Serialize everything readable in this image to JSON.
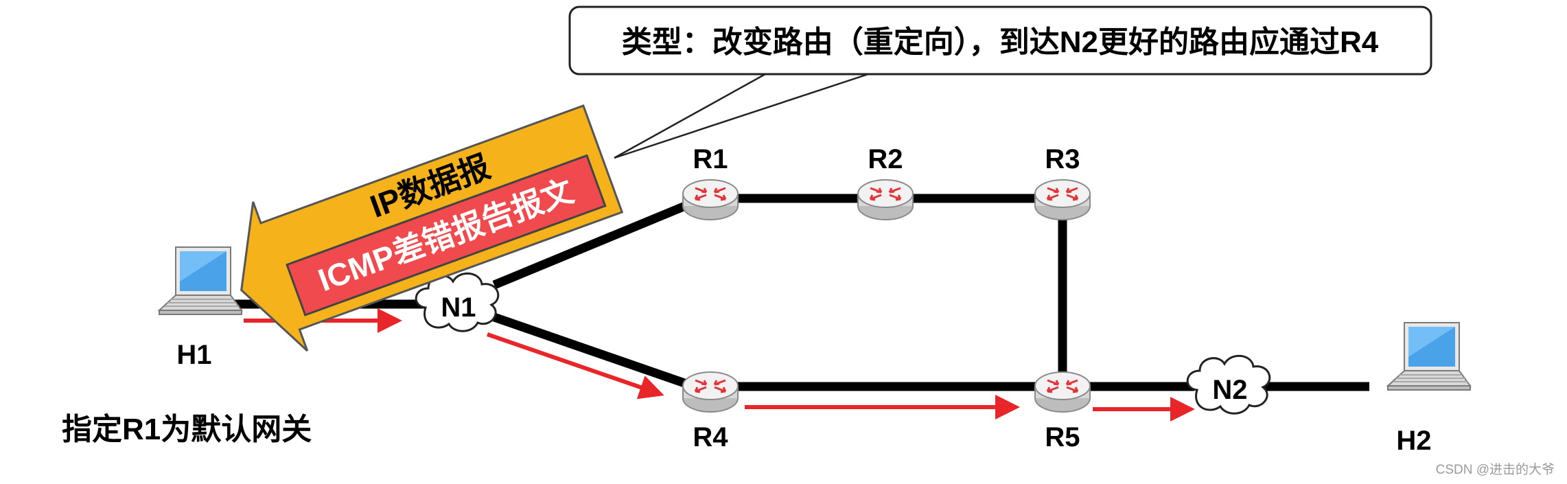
{
  "callout": {
    "text": "类型：改变路由（重定向），到达N2更好的路由应通过R4"
  },
  "datagram": {
    "outer_label": "IP数据报",
    "inner_label": "ICMP差错报告报文"
  },
  "routers": {
    "r1": "R1",
    "r2": "R2",
    "r3": "R3",
    "r4": "R4",
    "r5": "R5"
  },
  "networks": {
    "n1": "N1",
    "n2": "N2"
  },
  "hosts": {
    "h1": "H1",
    "h2": "H2"
  },
  "note": {
    "text": "指定R1为默认网关"
  },
  "watermark": {
    "text": "CSDN @进击的大爷"
  },
  "colors": {
    "link": "#000000",
    "path_arrow": "#e8262a",
    "datagram_outer": "#f5b21b",
    "datagram_inner": "#f04a4e",
    "router_arrow": "#e0353a",
    "laptop_screen": "#4aa3e8"
  }
}
